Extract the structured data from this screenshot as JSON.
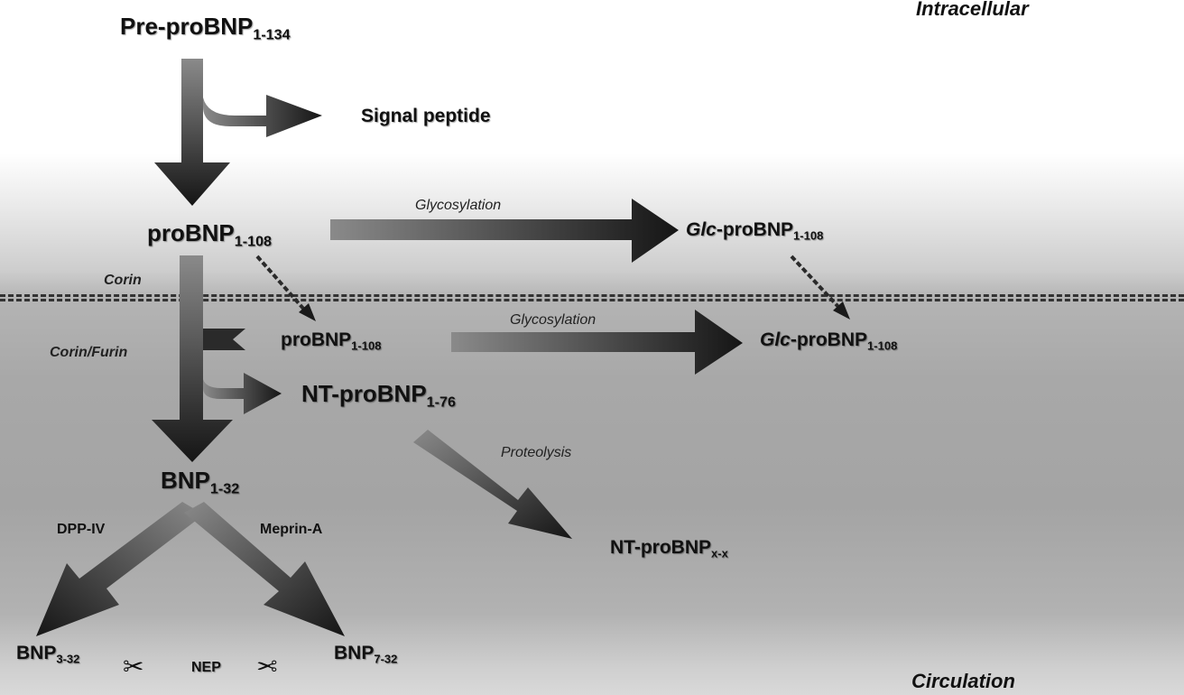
{
  "regions": {
    "top": "Intracellular",
    "bottom": "Circulation"
  },
  "nodes": {
    "pre_probnp": {
      "main": "Pre-proBNP",
      "sub": "1-134"
    },
    "signal_peptide": "Signal peptide",
    "probnp_intra": {
      "main": "proBNP",
      "sub": "1-108"
    },
    "glc_probnp_intra": {
      "prefix": "Glc",
      "main": "-proBNP",
      "sub": "1-108"
    },
    "probnp_circ": {
      "main": "proBNP",
      "sub": "1-108"
    },
    "glc_probnp_circ": {
      "prefix": "Glc",
      "main": "-proBNP",
      "sub": "1-108"
    },
    "nt_probnp": {
      "main": "NT-proBNP",
      "sub": "1-76"
    },
    "bnp_1_32": {
      "main": "BNP",
      "sub": "1-32"
    },
    "nt_probnp_xx": {
      "main": "NT-proBNP",
      "sub": "x-x"
    },
    "bnp_3_32": {
      "main": "BNP",
      "sub": "3-32"
    },
    "bnp_7_32": {
      "main": "BNP",
      "sub": "7-32"
    },
    "nep": "NEP"
  },
  "enzymes": {
    "glycosylation_intra": "Glycosylation",
    "glycosylation_circ": "Glycosylation",
    "corin": "Corin",
    "corin_furin": "Corin/Furin",
    "proteolysis": "Proteolysis",
    "dpp_iv": "DPP-IV",
    "meprin_a": "Meprin-A"
  },
  "icons": {
    "scissors_left": "scissors-icon",
    "scissors_right": "scissors-icon"
  },
  "colors": {
    "arrow_dark": "#1a1a1a",
    "arrow_light": "#777777"
  }
}
